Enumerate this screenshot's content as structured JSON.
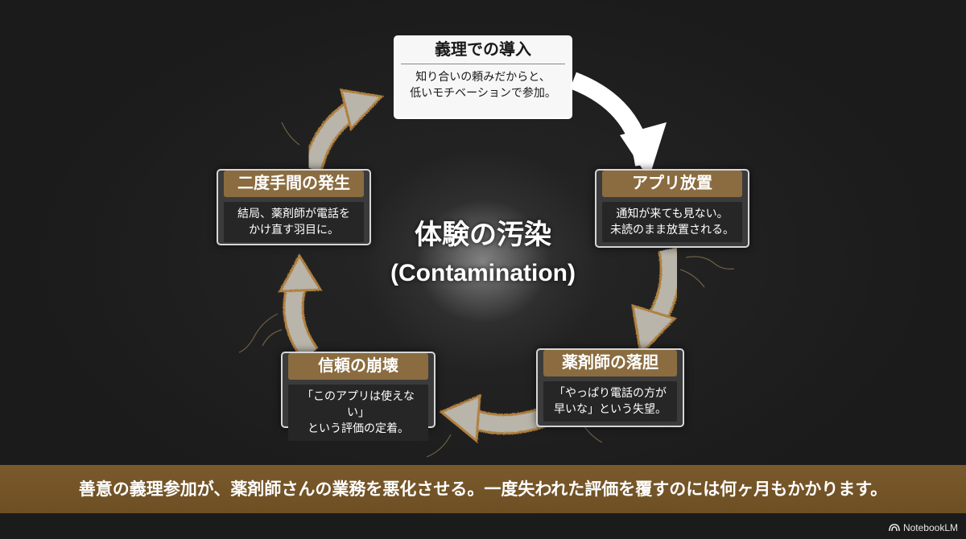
{
  "diagram": {
    "center": {
      "title": "体験の汚染",
      "subtitle": "(Contamination)"
    },
    "steps": [
      {
        "title": "義理での導入",
        "desc": "知り合いの頼みだからと、\n低いモチベーションで参加。"
      },
      {
        "title": "アプリ放置",
        "desc": "通知が来ても見ない。\n未読のまま放置される。"
      },
      {
        "title": "薬剤師の落胆",
        "desc": "「やっぱり電話の方が\n早いな」という失望。"
      },
      {
        "title": "信頼の崩壊",
        "desc": "「このアプリは使えない」\nという評価の定着。"
      },
      {
        "title": "二度手間の発生",
        "desc": "結局、薬剤師が電話を\nかけ直す羽目に。"
      }
    ]
  },
  "caption": "善意の義理参加が、薬剤師さんの業務を悪化させる。一度失われた評価を覆すのには何ヶ月もかかります。",
  "brand": {
    "label": "NotebookLM",
    "icon": "notebooklm-logo-icon"
  },
  "colors": {
    "background": "#1e1e1e",
    "accent_gold": "#8a6c40",
    "arrow_highlight": "#ffffff",
    "arrow_grey": "#b9b5ab",
    "arrow_edge": "#b08040",
    "caption_bar": "#74552a"
  }
}
